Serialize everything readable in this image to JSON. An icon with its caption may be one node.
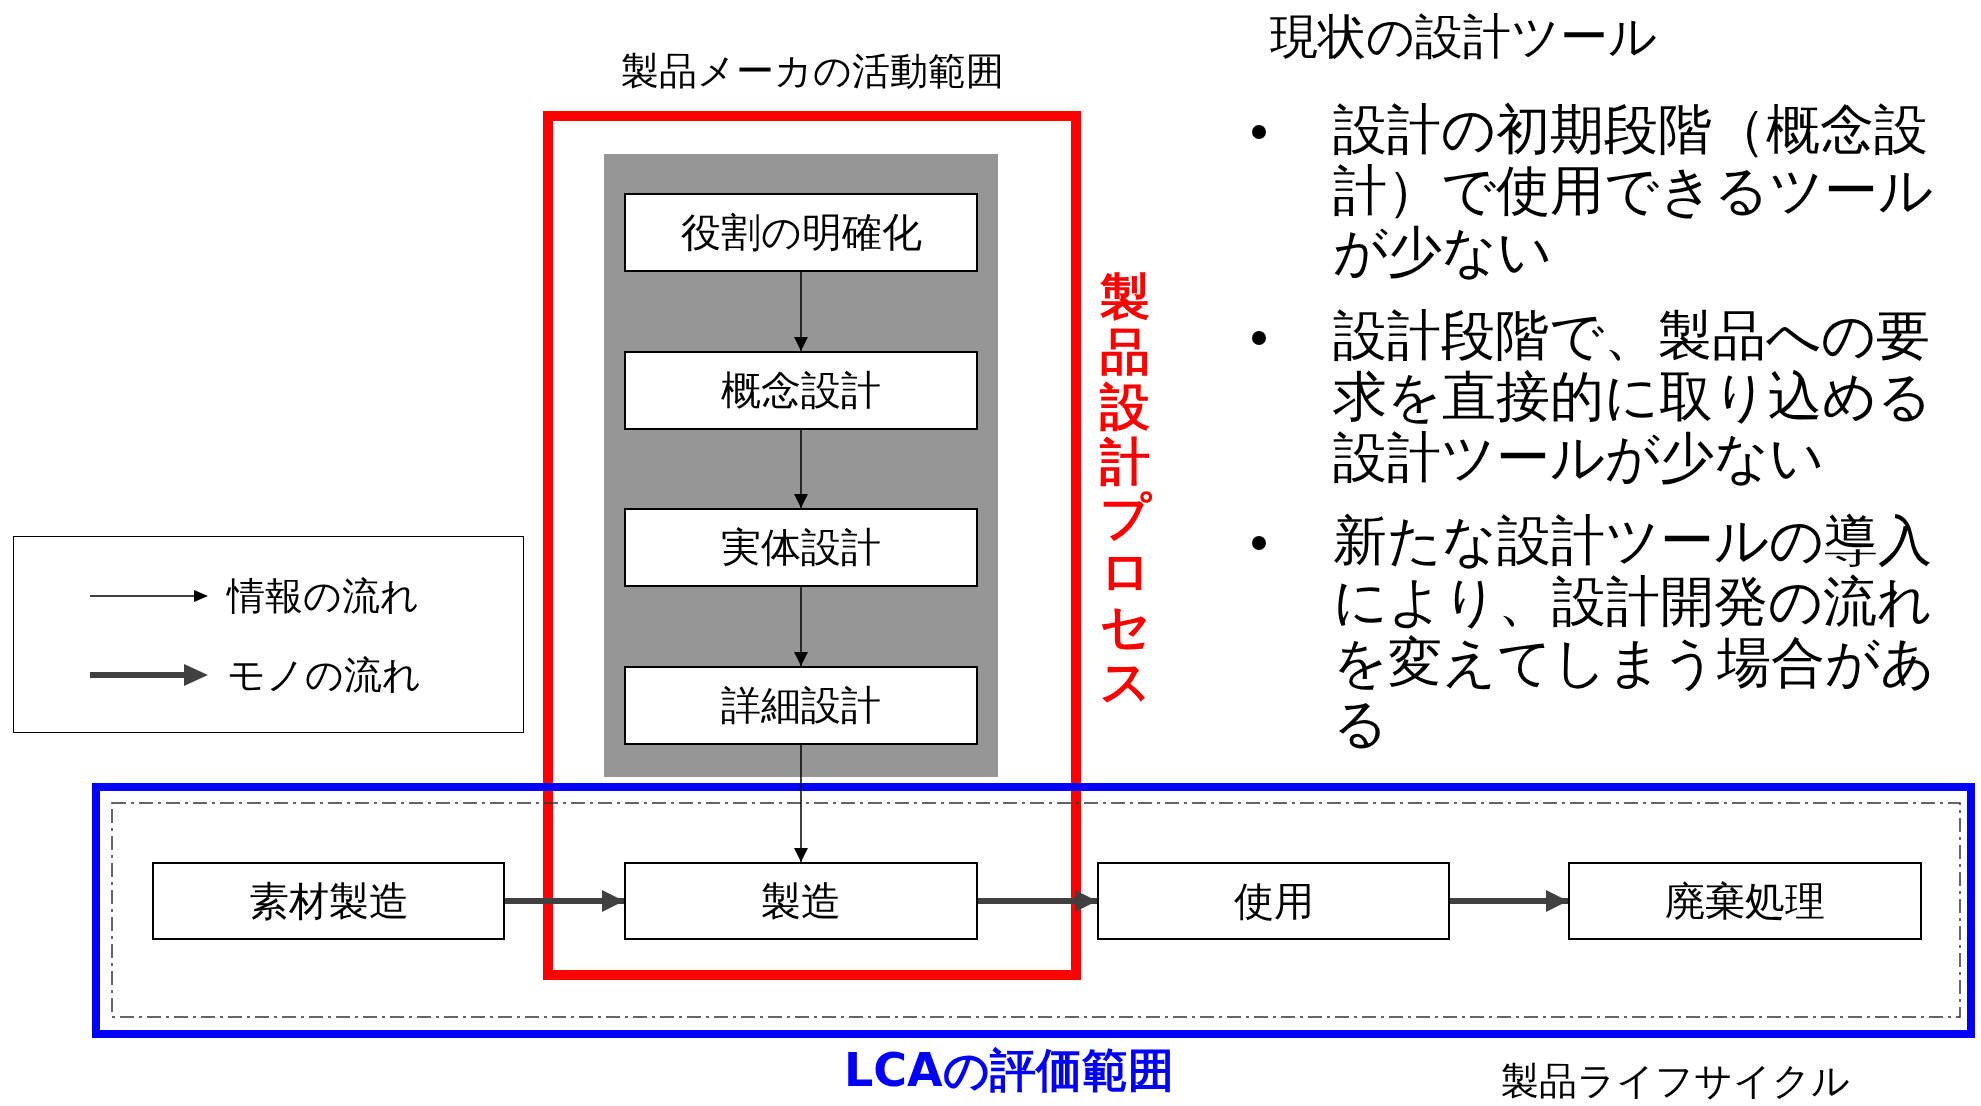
{
  "diagram": {
    "nodes": [
      {
        "text": [
          "製品メーカの活動範囲"
        ]
      },
      {
        "text": [],
        "shape": "box",
        "in": 0,
        "beside": [
          "製品設計プロセス"
        ]
      },
      {
        "text": [
          "役割の明確化"
        ],
        "in": 1
      },
      {
        "text": [
          "概念設計"
        ],
        "in": 1
      },
      {
        "text": [
          "実体設計"
        ],
        "in": 1
      },
      {
        "text": [
          "詳細設計"
        ],
        "in": 1
      },
      {
        "text": [
          "LCAの評価範囲"
        ]
      },
      {
        "text": [
          "製品ライフサイクル"
        ],
        "in": 6
      },
      {
        "text": [
          "素材製造"
        ],
        "in": 7
      },
      {
        "text": [
          "製造"
        ]
      },
      {
        "text": [
          "使用"
        ],
        "in": 7
      },
      {
        "text": [
          "廃棄処理"
        ],
        "in": 7
      }
    ],
    "edges": [
      {
        "from": 2,
        "to": 3,
        "arrow": "to"
      },
      {
        "from": 3,
        "to": 4,
        "arrow": "to"
      },
      {
        "from": 4,
        "to": 5,
        "arrow": "to"
      },
      {
        "from": 5,
        "to": 9,
        "arrow": "to"
      },
      {
        "from": 8,
        "to": 9,
        "arrow": "to",
        "style": "thick",
        "color": "#404040"
      },
      {
        "from": 9,
        "to": 10,
        "arrow": "to",
        "style": "thick",
        "color": "#404040"
      },
      {
        "from": 10,
        "to": 11,
        "arrow": "to",
        "style": "thick",
        "color": "#404040"
      }
    ],
    "labels": [
      "現状の設計ツール",
      "設計の初期段階（概念設計）で使用できるツールが少ない",
      "設計段階で、製品への要求を直接的に取り込める設計ツールが少ない",
      "新たな設計ツールの導入により、設計開発の流れを変えてしまう場合がある"
    ],
    "legend": [
      {
        "text": "情報の流れ"
      },
      {
        "text": "モノの流れ"
      }
    ]
  }
}
